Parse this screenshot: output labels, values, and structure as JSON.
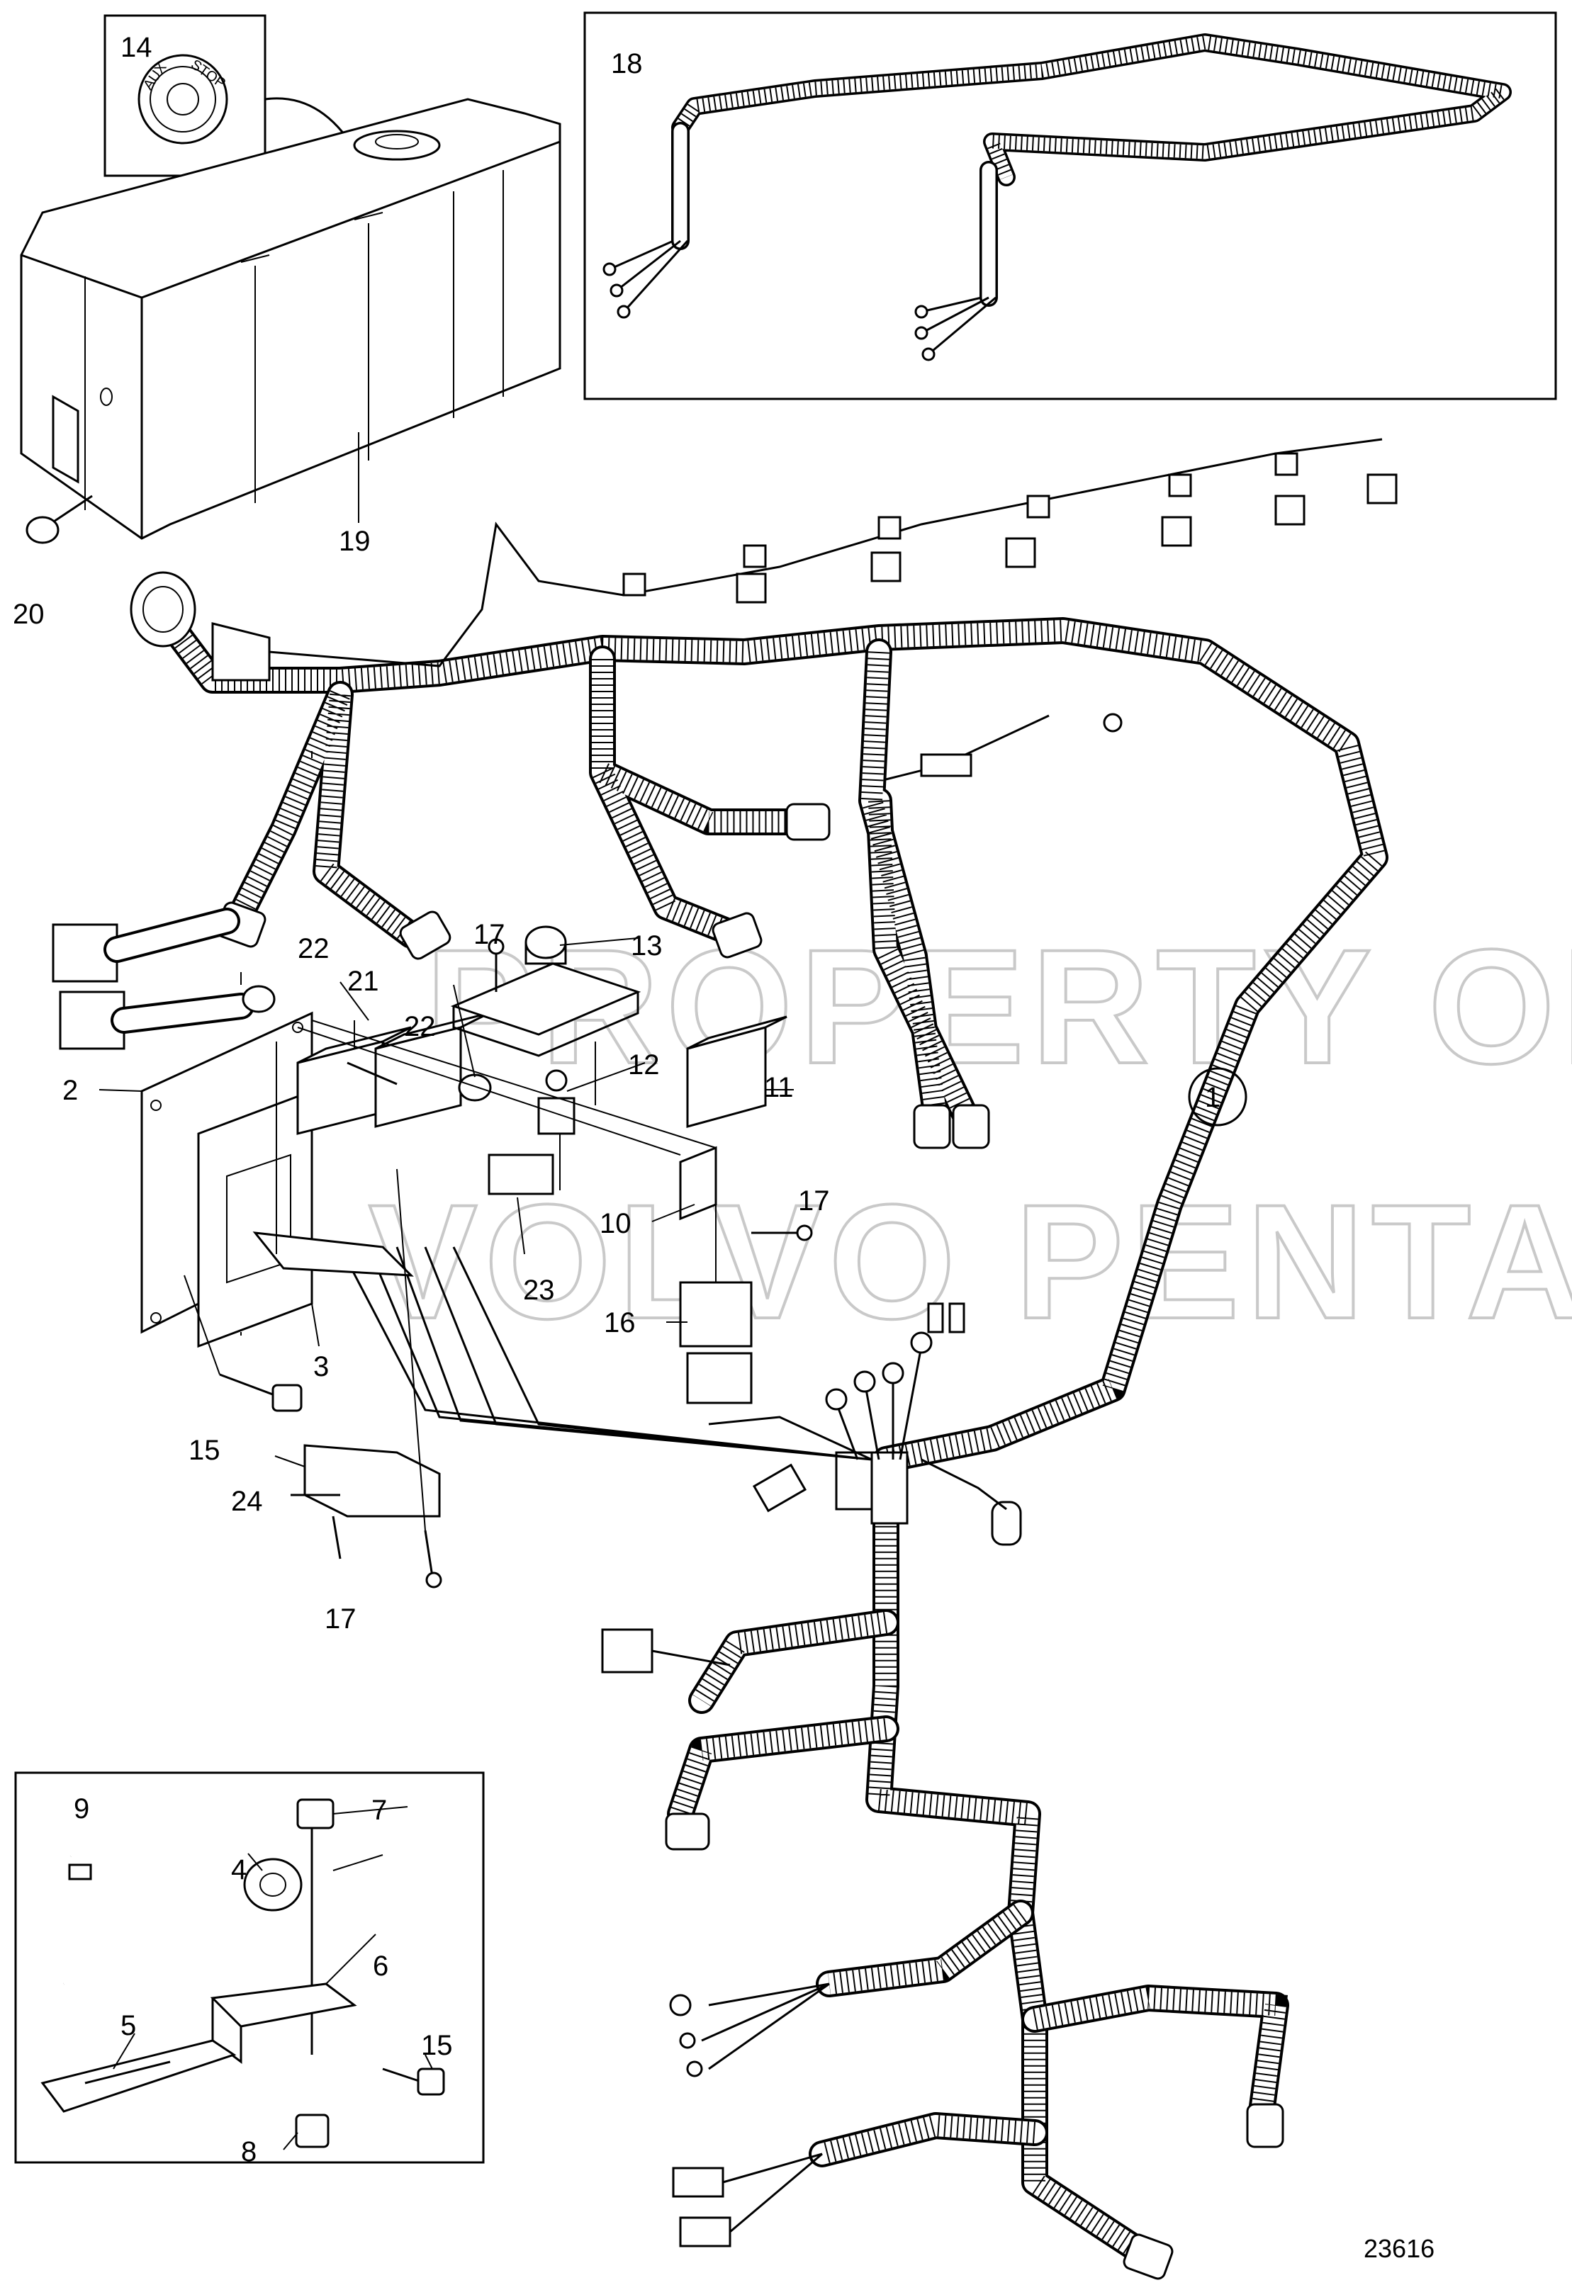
{
  "diagram": {
    "figure_number": "23616",
    "watermark": [
      "PROPERTY OF",
      "VOLVO PENTA"
    ],
    "cap_label": [
      "AUX",
      "STOP"
    ],
    "callouts": {
      "c1": "1",
      "c2": "2",
      "c3": "3",
      "c4": "4",
      "c5": "5",
      "c6": "6",
      "c7": "7",
      "c8": "8",
      "c9": "9",
      "c10": "10",
      "c11": "11",
      "c12": "12",
      "c13": "13",
      "c14": "14",
      "c15a": "15",
      "c15b": "15",
      "c16": "16",
      "c17a": "17",
      "c17b": "17",
      "c17c": "17",
      "c18": "18",
      "c19": "19",
      "c20": "20",
      "c21": "21",
      "c22a": "22",
      "c22b": "22",
      "c23": "23",
      "c24": "24"
    }
  }
}
